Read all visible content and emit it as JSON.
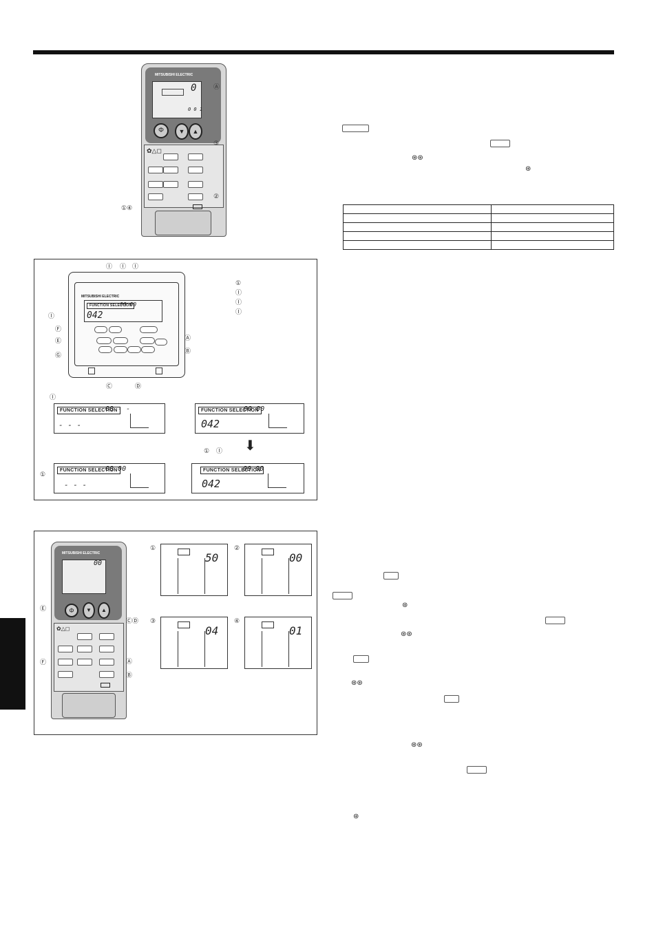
{
  "brand": "MITSUBISHI ELECTRIC",
  "remote1": {
    "display_digit": "0",
    "display_small": "0 0 1",
    "callouts": [
      "Ⓐ",
      "③",
      "②",
      "①④"
    ]
  },
  "panel2": {
    "top_callouts": [
      "Ⓘ",
      "Ⓘ",
      "Ⓘ"
    ],
    "legend": [
      "①",
      "Ⓘ",
      "Ⓘ",
      "Ⓘ"
    ],
    "controller_code": "042",
    "controller_time": "00 00",
    "left_callouts": [
      "Ⓘ",
      "Ⓕ",
      "Ⓔ",
      "Ⓖ"
    ],
    "right_callouts": [
      "Ⓐ",
      "Ⓑ"
    ],
    "bottom_callouts": [
      "Ⓒ",
      "Ⓓ"
    ],
    "screens": [
      {
        "label": "FUNCTION SELECTION",
        "time": "00 - -",
        "code": "- - -"
      },
      {
        "label": "FUNCTION SELECTION",
        "time": "00 00",
        "code": "042"
      },
      {
        "label": "FUNCTION SELECTION",
        "time": "00 00",
        "code": "- - -"
      },
      {
        "label": "FUNCTION SELECTION",
        "time": "00 00",
        "code": "042"
      }
    ],
    "screen_callouts": [
      "Ⓘ",
      "①",
      "Ⓘ",
      "①"
    ]
  },
  "panel3": {
    "display_small": "00",
    "callouts_left": [
      "Ⓔ",
      "Ⓕ"
    ],
    "callouts_right": [
      "ⒸⒹ",
      "Ⓐ",
      "Ⓑ"
    ],
    "screens": [
      {
        "num": "①",
        "value": "50"
      },
      {
        "num": "②",
        "value": "00"
      },
      {
        "num": "③",
        "value": "04"
      },
      {
        "num": "④",
        "value": "01"
      }
    ]
  }
}
